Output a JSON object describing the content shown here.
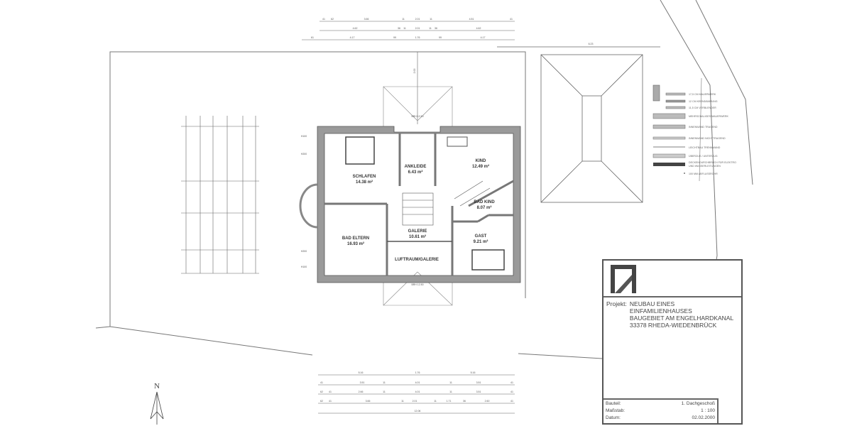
{
  "rooms": [
    {
      "name": "SCHLAFEN",
      "area": "14.38 m²"
    },
    {
      "name": "ANKLEIDE",
      "area": "6.43 m²"
    },
    {
      "name": "KIND",
      "area": "12.49 m²"
    },
    {
      "name": "BAD KIND",
      "area": "8.07 m²"
    },
    {
      "name": "GALERIE",
      "area": "10.61 m²"
    },
    {
      "name": "BAD ELTERN",
      "area": "16.93 m²"
    },
    {
      "name": "GAST",
      "area": "9.21 m²"
    },
    {
      "name": "LUFTRAUM/GALERIE",
      "area": ""
    }
  ],
  "annotations": {
    "brh_top": "BRH 12.50",
    "brh_bottom": "BRH 12.50",
    "h100": "H100",
    "h200": "H200",
    "h100b": "H100",
    "h200b": "H200"
  },
  "dimensions": {
    "top_row1": [
      "41",
      "62",
      "3.66",
      "11",
      "2.01",
      "11",
      "4.51",
      "41"
    ],
    "top_row2": [
      "4.62",
      "36",
      "11",
      "2.01",
      "11",
      "36",
      "4.62"
    ],
    "top_row3": [
      "61",
      "4.17",
      "99",
      "1.76",
      "99",
      "4.17"
    ],
    "top_vertical": "2.00",
    "neighbor": "6.23",
    "bottom_row1": [
      "5.16",
      "1.76",
      "5.16"
    ],
    "bottom_row2": [
      "41",
      "3.51",
      "11",
      "4.01",
      "11",
      "3.51",
      "41"
    ],
    "bottom_row3": [
      "62",
      "41",
      "2.66",
      "11",
      "4.01",
      "11",
      "3.51",
      "41"
    ],
    "bottom_row4": [
      "62",
      "41",
      "3.66",
      "11",
      "2.01",
      "11",
      "1.71",
      "36",
      "2.60",
      "41"
    ],
    "bottom_total": "12.06"
  },
  "legend": [
    "17,5 CM MAUERWERK",
    "12 CM KERNDÄMMUNG",
    "11,5 CM VERBLENDER",
    "MEHRSCHALIGES MAUERWERK",
    "INNENWAND TRAGEND",
    "INNENWAND NICHTTRAGEND",
    "LEICHTBAU TRENNWAND",
    "ÜBERZUG / UNTERZUG",
    "DECKENDURCHBRUCH FÜR ELEKTRO",
    "UND WASSERLEITUNGEN",
    "100 MM ABFLUSSROHR"
  ],
  "north_label": "N",
  "title_block": {
    "project_label": "Projekt:",
    "project_lines": [
      "NEUBAU  EINES EINFAMILIENHAUSES",
      "BAUGEBIET  AM ENGELHARDKANAL",
      "33378 RHEDA-WIEDENBRÜCK"
    ],
    "bauteil_label": "Bauteil:",
    "bauteil": "1. Dachgeschoß",
    "massstab_label": "Maßstab:",
    "massstab": "1 : 100",
    "datum_label": "Datum:",
    "datum": "02.02.2000"
  },
  "colors": {
    "wall": "#9a9a9a",
    "line": "#555555"
  }
}
